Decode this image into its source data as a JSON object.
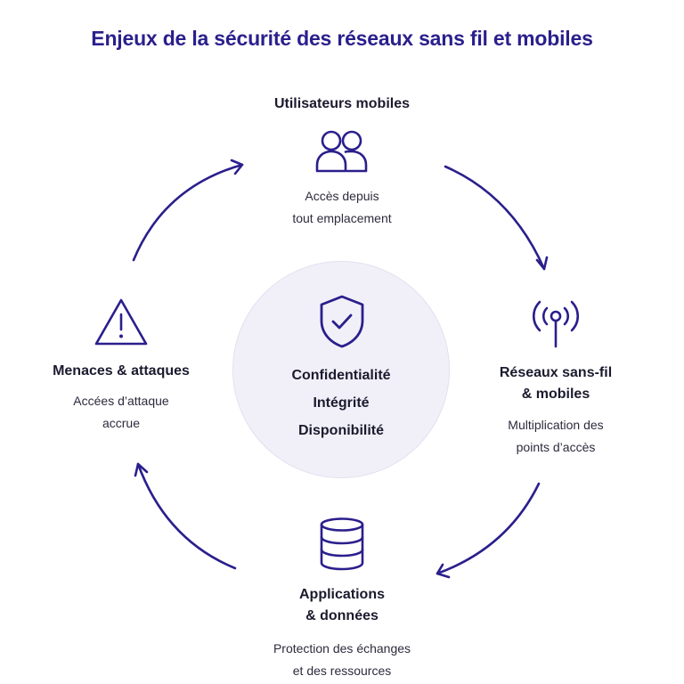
{
  "title": "Enjeux de la sécurité des réseaux sans fil et mobiles",
  "colors": {
    "accent": "#2a1f8c",
    "center_fill": "#f1f0f8",
    "text": "#1b1a2e"
  },
  "center": {
    "icon": "shield-check-icon",
    "pillars": [
      "Confidentialité",
      "Intégrité",
      "Disponibilité"
    ]
  },
  "nodes": {
    "top": {
      "title": "Utilisateurs mobiles",
      "icon": "users-icon",
      "desc": [
        "Accès depuis",
        "tout emplacement"
      ]
    },
    "right": {
      "title": [
        "Réseaux sans-fil",
        "& mobiles"
      ],
      "icon": "antenna-signal-icon",
      "desc": [
        "Multiplication des",
        "points d’accès"
      ]
    },
    "bottom": {
      "title": [
        "Applications",
        "& données"
      ],
      "icon": "database-icon",
      "desc": [
        "Protection des échanges",
        "et des ressources"
      ]
    },
    "left": {
      "title": "Menaces & attaques",
      "icon": "warning-triangle-icon",
      "desc": [
        "Accées d’attaque",
        "accrue"
      ]
    }
  }
}
